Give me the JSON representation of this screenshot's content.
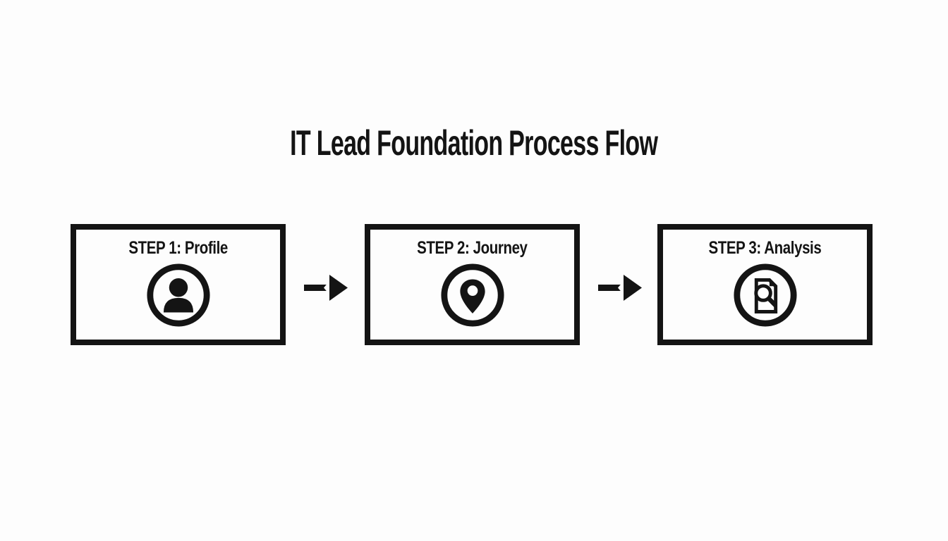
{
  "title": "IT Lead Foundation Process Flow",
  "colors": {
    "background": "#fdfdfd",
    "ink": "#141414"
  },
  "steps": [
    {
      "label": "STEP 1: Profile",
      "icon": "user-icon"
    },
    {
      "label": "STEP 2: Journey",
      "icon": "location-pin-icon"
    },
    {
      "label": "STEP 3: Analysis",
      "icon": "document-search-icon"
    }
  ],
  "connectors": [
    {
      "icon": "arrow-right-icon"
    },
    {
      "icon": "arrow-right-icon"
    }
  ]
}
